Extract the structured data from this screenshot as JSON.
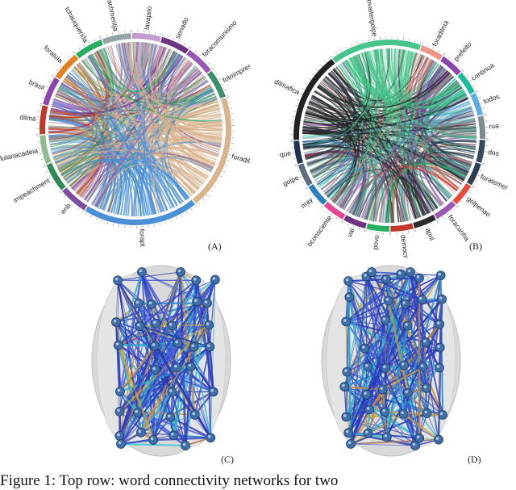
{
  "panels": [
    {
      "label": "(A)",
      "words": [
        "foracomunismo",
        "fotoimpresso",
        "foradilma",
        "forapt",
        "enb",
        "impeachment",
        "lulanacadeia",
        "dilma",
        "brasil",
        "foralula",
        "tchauquerida",
        "impeachmentja",
        "lavajato",
        "senado"
      ],
      "colors": [
        "#9b59b6",
        "#3c8f6a",
        "#d9b38c",
        "#4a90d9",
        "#7d4e9e",
        "#2e8b57",
        "#8fbc8f",
        "#c0392b",
        "#8e44ad",
        "#e67e22",
        "#27ae60",
        "#95a5a6",
        "#c39bd3",
        "#6c3483"
      ],
      "big": [
        2,
        3
      ]
    },
    {
      "label": "(B)",
      "words": [
        "prefeito",
        "continua",
        "todos",
        "rua",
        "dos",
        "foratemer",
        "golpenao",
        "foracunha",
        "april",
        "democracia",
        "povo",
        "vai",
        "oconsciente",
        "may",
        "golpe",
        "que",
        "dilmafica",
        "naovaitergolpe",
        "foradilma"
      ],
      "colors": [
        "#8e44ad",
        "#1abc9c",
        "#5dade2",
        "#7f8c8d",
        "#34495e",
        "#2c3e50",
        "#e74c3c",
        "#9b59b6",
        "#2c2c2c",
        "#c0392b",
        "#27ae60",
        "#6c3483",
        "#e84393",
        "#2980b9",
        "#5d6d7e",
        "#1f2f4f",
        "#222222",
        "#45c48b",
        "#f1948a"
      ],
      "big": [
        16,
        17
      ]
    },
    {
      "label": "(C)"
    },
    {
      "label": "(D)"
    }
  ],
  "caption": "Figure 1: Top row: word connectivity networks for two"
}
